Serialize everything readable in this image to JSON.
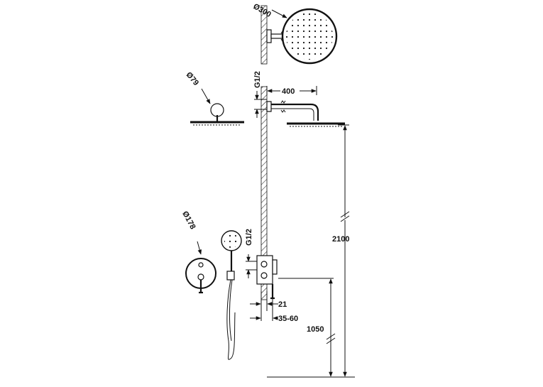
{
  "dimensions": {
    "head_diameter_large": "Ø300",
    "head_diameter_side": "Ø79",
    "thread_top": "G1/2",
    "arm_length": "400",
    "head_height": "2100",
    "plate_diameter": "Ø178",
    "thread_bottom": "G1/2",
    "wall_offset_min": "21",
    "wall_offset_range": "35-60",
    "valve_height": "1050"
  },
  "colors": {
    "line": "#111111",
    "background": "#ffffff"
  }
}
